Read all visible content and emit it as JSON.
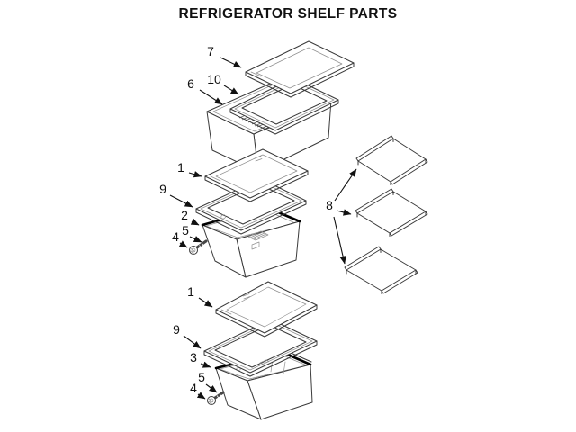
{
  "title": "REFRIGERATOR SHELF PARTS",
  "colors": {
    "background": "#ffffff",
    "line": "#3a3a3a",
    "line_light": "#8f8f8f",
    "line_bold": "#000000",
    "text": "#111111"
  },
  "callouts": {
    "top_glass_shelf": "7",
    "top_shelf_frame": "10",
    "top_grate_bin": "6",
    "mid_glass_insert": "1",
    "mid_shelf_trim": "9",
    "mid_drawer": "2",
    "mid_screw": "5",
    "mid_screw_head": "4",
    "side_wire_shelves": "8",
    "bottom_glass_insert": "1",
    "bottom_shelf_trim": "9",
    "bottom_drawer": "3",
    "bottom_screw": "5",
    "bottom_screw_head": "4"
  }
}
